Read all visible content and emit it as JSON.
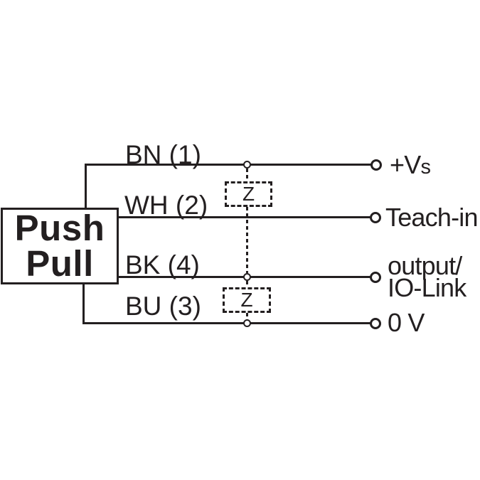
{
  "colors": {
    "ink": "#231f20",
    "background": "#ffffff"
  },
  "device": {
    "line1": "Push",
    "line2": "Pull"
  },
  "wire_labels": {
    "bn": "BN (1)",
    "wh": "WH (2)",
    "bk": "BK (4)",
    "bu": "BU (3)"
  },
  "terminal_labels": {
    "vs_main": "+V",
    "vs_sub": "s",
    "teach_in": "Teach-in",
    "output_line1": "output/",
    "output_line2": "IO-Link",
    "zero_volt": "0 V"
  },
  "impedance": {
    "upper": "Z",
    "lower": "Z"
  }
}
